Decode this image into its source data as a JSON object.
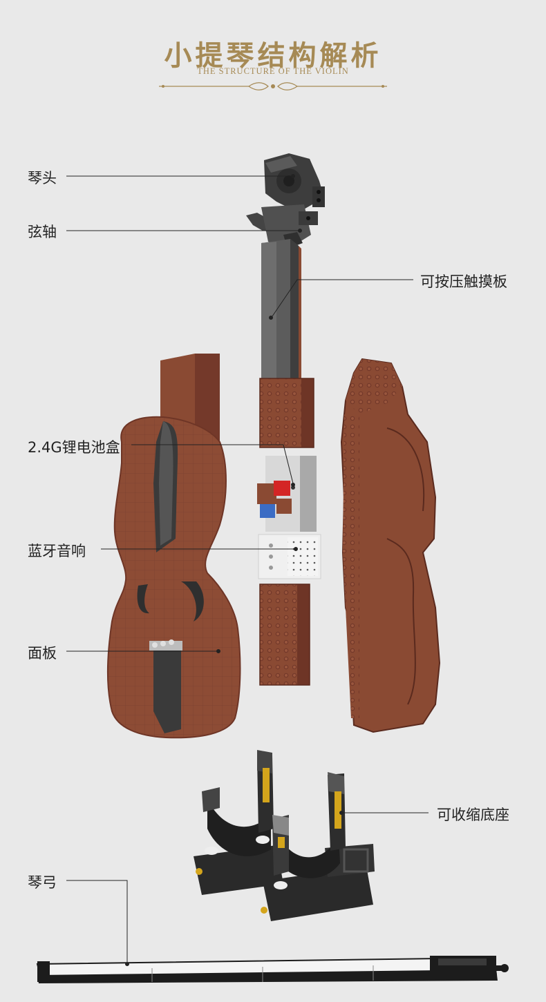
{
  "header": {
    "title": "小提琴结构解析",
    "subtitle": "THE STRUCTURE OF THE VIOLIN"
  },
  "labels": {
    "scroll": "琴头",
    "pegs": "弦轴",
    "touchpad": "可按压触摸板",
    "battery": "2.4G锂电池盒",
    "speaker": "蓝牙音响",
    "top_panel": "面板",
    "stand": "可收缩底座",
    "bow": "琴弓"
  },
  "colors": {
    "title_gold": "#a68a55",
    "wood_brown": "#8a4a33",
    "brick_dark": "#4a4a4a",
    "background": "#e9e9e9"
  }
}
